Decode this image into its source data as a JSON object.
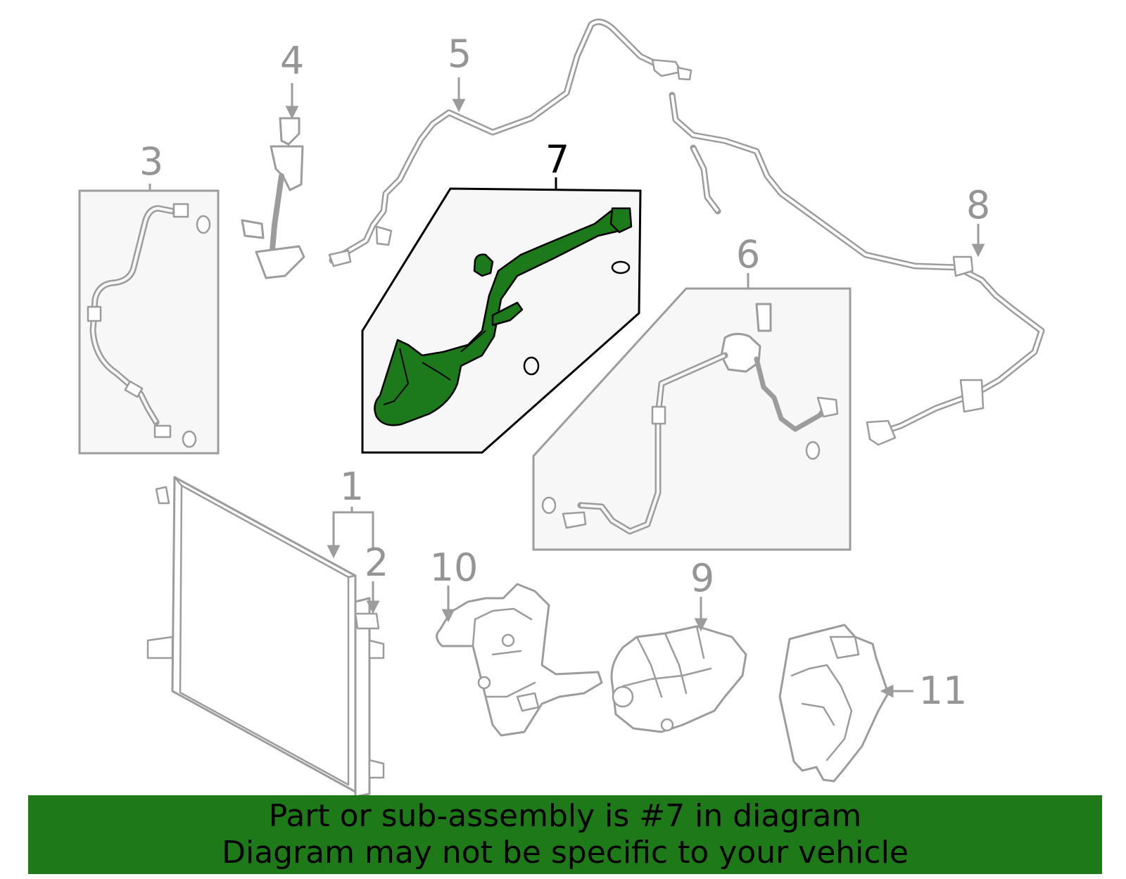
{
  "callouts": {
    "c1": "1",
    "c2": "2",
    "c3": "3",
    "c4": "4",
    "c5": "5",
    "c6": "6",
    "c7": "7",
    "c8": "8",
    "c9": "9",
    "c10": "10",
    "c11": "11"
  },
  "highlighted_part": "7",
  "colors": {
    "highlight": "#1d7a1a",
    "banner": "#1e7a19",
    "line_gray": "#9c9c9c"
  },
  "banner": {
    "line1": "Part or sub-assembly is #7 in diagram",
    "line2": "Diagram may not be specific to your vehicle"
  }
}
